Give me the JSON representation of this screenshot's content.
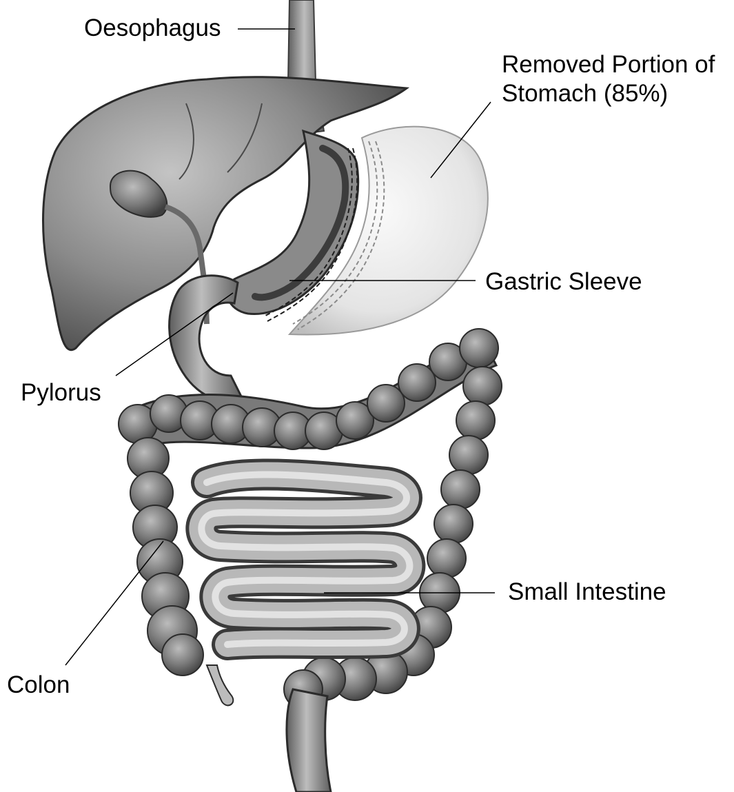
{
  "labels": {
    "oesophagus": "Oesophagus",
    "removed_line1": "Removed Portion of",
    "removed_line2": "Stomach (85%)",
    "gastric_sleeve": "Gastric Sleeve",
    "pylorus": "Pylorus",
    "small_intestine": "Small Intestine",
    "colon": "Colon"
  },
  "colors": {
    "background": "#ffffff",
    "organ_dark": "#5a5a5a",
    "organ_mid": "#8c8c8c",
    "organ_light": "#c8c8c8",
    "removed_stomach": "#e6e6e6",
    "outline": "#2b2b2b",
    "leader_line": "#000000"
  }
}
